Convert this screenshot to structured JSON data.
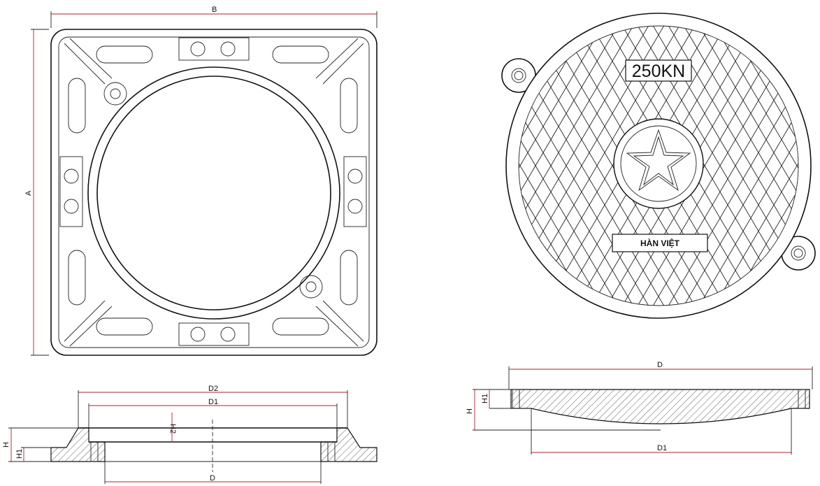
{
  "square_frame": {
    "dim_width": "B",
    "dim_height": "A"
  },
  "round_cover": {
    "load_rating": "250KN",
    "brand": "HÀN VIỆT"
  },
  "frame_section": {
    "dim_outer": "D2",
    "dim_inner": "D1",
    "dim_bottom": "D",
    "dim_total_height": "H",
    "dim_flange_height": "H1",
    "dim_seat_height": "H2"
  },
  "cover_section": {
    "dim_top": "D",
    "dim_bottom": "D1",
    "dim_total_height": "H",
    "dim_rim_height": "H1"
  },
  "colors": {
    "line": "#111111",
    "dimension": "#b0202a",
    "background": "#ffffff"
  }
}
